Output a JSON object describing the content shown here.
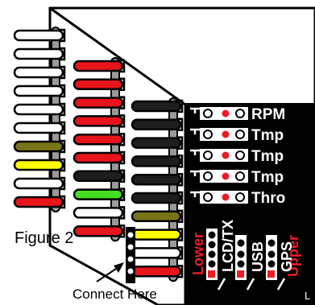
{
  "figure": {
    "caption": "Figure 2",
    "connect_label": "Connect Here"
  },
  "colors": {
    "board": "#000000",
    "panel_fill": "#ffffff",
    "wire_outline": "#000000",
    "wire_white": "#ffffff",
    "wire_red": "#e8141b",
    "wire_black": "#1e1e1e",
    "wire_olive": "#7a7419",
    "wire_yellow": "#ffff00",
    "wire_green": "#44dd22",
    "bar_grey": "#9a9a9a",
    "label_red": "#ee1c24",
    "label_white": "#ffffff"
  },
  "wire_columns": [
    {
      "name": "left",
      "wires": [
        "white",
        "white",
        "white",
        "white",
        "white",
        "white",
        "olive",
        "yellow",
        "white",
        "red"
      ]
    },
    {
      "name": "middle",
      "wires": [
        "red",
        "red",
        "red",
        "red",
        "red",
        "red",
        "black",
        "green",
        "white",
        "red"
      ]
    },
    {
      "name": "right",
      "wires": [
        "black",
        "black",
        "black",
        "black",
        "black",
        "black",
        "olive",
        "yellow",
        "white",
        "red"
      ]
    }
  ],
  "board": {
    "rows": [
      {
        "label": "RPM"
      },
      {
        "label": "Tmp"
      },
      {
        "label": "Tmp"
      },
      {
        "label": "Tmp"
      },
      {
        "label": "Thro"
      }
    ],
    "lower_label": "Lower",
    "upper_label": "Upper",
    "slot_labels": [
      "LCD/TX",
      "USB",
      "GPS"
    ],
    "corner_letter": "L"
  }
}
